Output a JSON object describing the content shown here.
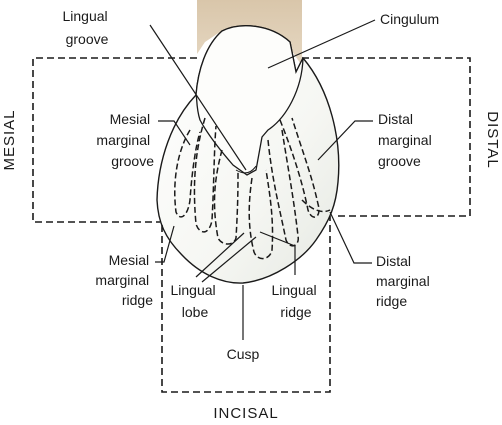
{
  "labels": {
    "lingual_groove": [
      "Lingual",
      "groove"
    ],
    "cingulum": "Cingulum",
    "mesial_marginal_groove": [
      "Mesial",
      "marginal",
      "groove"
    ],
    "distal_marginal_groove": [
      "Distal",
      "marginal",
      "groove"
    ],
    "mesial_marginal_ridge": [
      "Mesial",
      "marginal",
      "ridge"
    ],
    "distal_marginal_ridge": [
      "Distal",
      "marginal",
      "ridge"
    ],
    "lingual_lobe": [
      "Lingual",
      "lobe"
    ],
    "lingual_ridge": [
      "Lingual",
      "ridge"
    ],
    "cusp": "Cusp"
  },
  "sides": {
    "mesial": "MESIAL",
    "distal": "DISTAL",
    "incisal": "INCISAL"
  },
  "colors": {
    "root": "#dccab0",
    "crown": "#fbfbf8",
    "crown_shade": "#e9ebe6",
    "line": "#1a1a1a"
  }
}
